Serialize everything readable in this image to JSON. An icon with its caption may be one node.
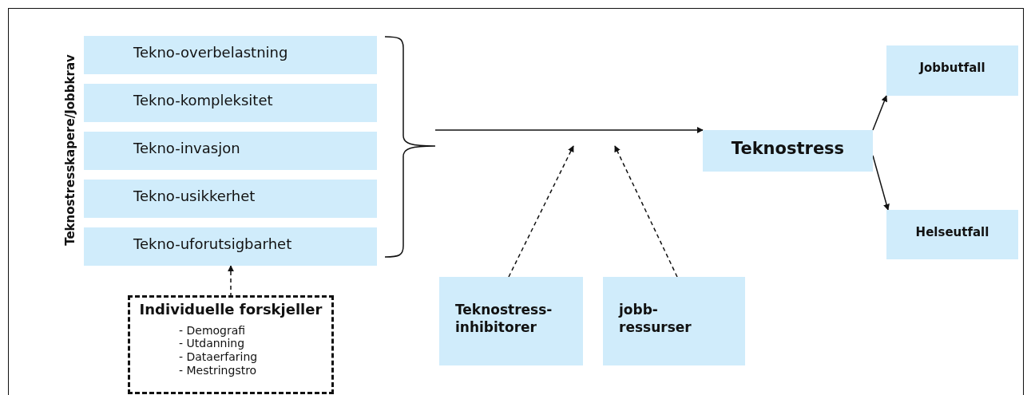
{
  "diagram": {
    "nodes": [
      {
        "text": [
          "Tekno-overbelastning"
        ]
      },
      {
        "text": [
          "Tekno-kompleksitet"
        ]
      },
      {
        "text": [
          "Tekno-invasjon"
        ]
      },
      {
        "text": [
          "Tekno-usikkerhet"
        ]
      },
      {
        "text": [
          "Tekno-uforutsigbarhet"
        ]
      },
      {
        "text": [
          "Individuelle forskjeller",
          "- Demografi",
          "- Utdanning",
          "- Dataerfaring",
          "- Mestringstro"
        ]
      },
      {
        "text": [
          "Teknostress"
        ]
      },
      {
        "text": [
          "Jobbutfall"
        ]
      },
      {
        "text": [
          "Helseutfall"
        ]
      },
      {
        "text": [
          "Teknostress-inhibitorer"
        ]
      },
      {
        "text": [
          "jobb-ressurser"
        ]
      },
      {
        "text": [],
        "shape": "brace"
      }
    ],
    "edges": [
      {
        "from": 11,
        "to": 6,
        "arrow": "to"
      },
      {
        "from": 5,
        "to": 4,
        "arrow": "to",
        "style": "dashed"
      },
      {
        "from": 9,
        "to": null,
        "arrow": "to",
        "style": "dashed"
      },
      {
        "from": 10,
        "to": null,
        "arrow": "to",
        "style": "dashed"
      },
      {
        "from": 6,
        "to": 7,
        "arrow": "to"
      },
      {
        "from": 6,
        "to": 8,
        "arrow": "to"
      }
    ],
    "labels": [
      "Teknostresskapere/Jobbkrav"
    ]
  }
}
